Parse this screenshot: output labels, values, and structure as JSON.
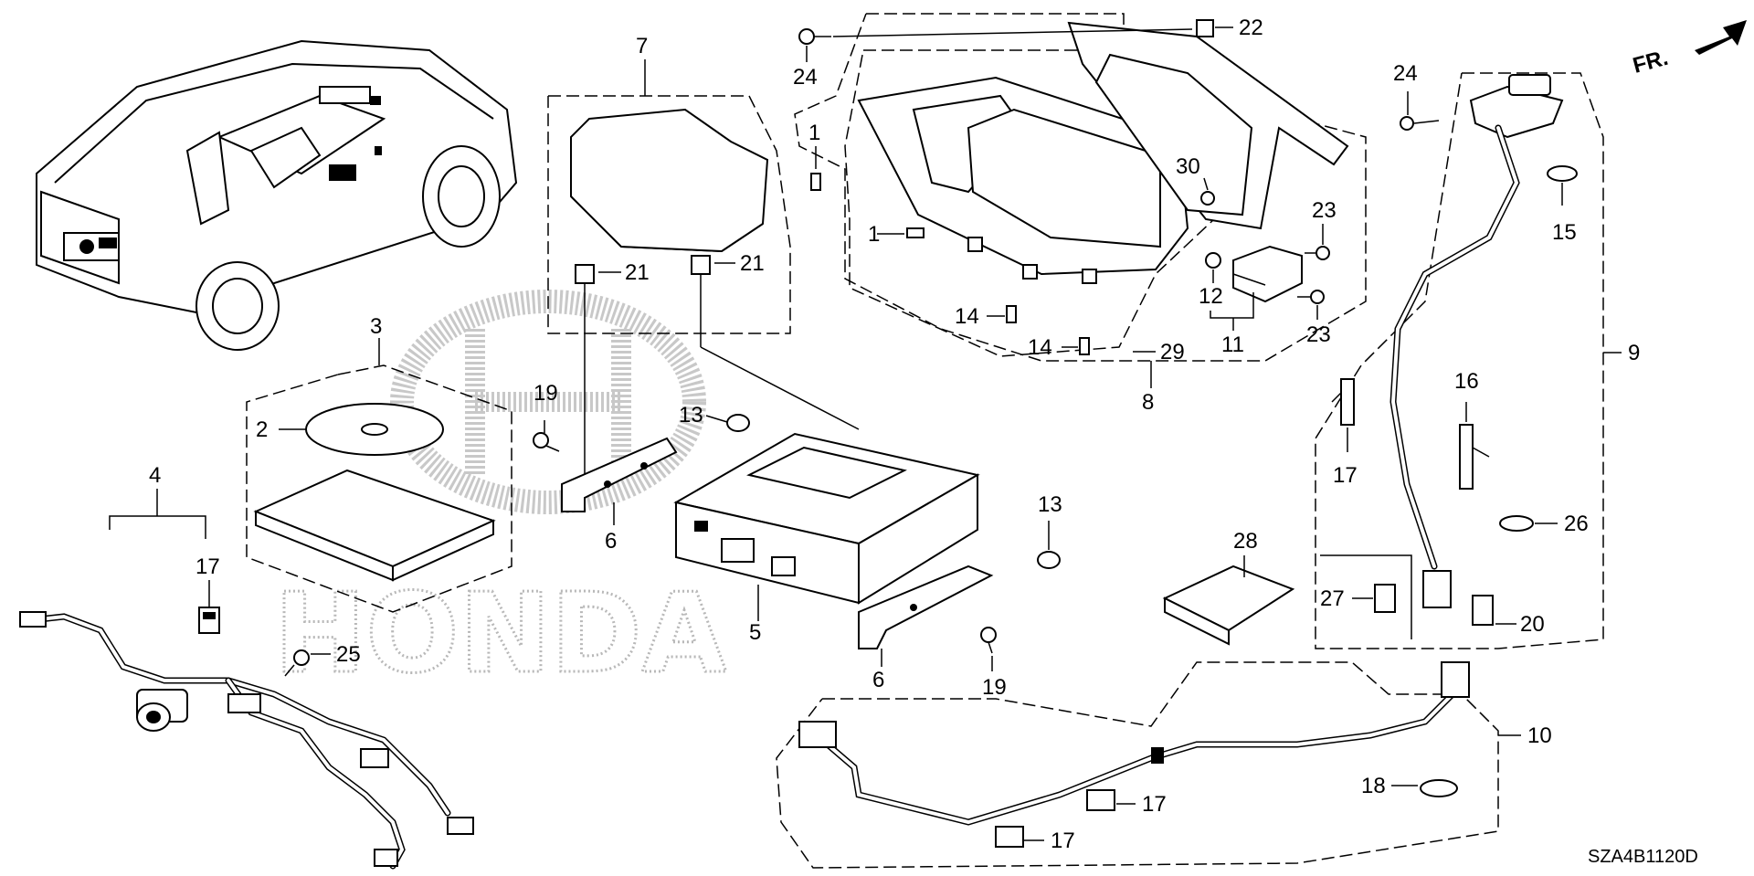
{
  "diagram": {
    "watermark": "HONDA",
    "direction_label": "FR.",
    "diagram_code": "SZA4B1120D",
    "callouts": {
      "c1a": "1",
      "c1b": "1",
      "c2": "2",
      "c3": "3",
      "c4": "4",
      "c5": "5",
      "c6a": "6",
      "c6b": "6",
      "c7": "7",
      "c8": "8",
      "c9": "9",
      "c10": "10",
      "c11": "11",
      "c12": "12",
      "c13a": "13",
      "c13b": "13",
      "c14a": "14",
      "c14b": "14",
      "c15": "15",
      "c16": "16",
      "c17a": "17",
      "c17b": "17",
      "c17c": "17",
      "c17d": "17",
      "c18": "18",
      "c19a": "19",
      "c19b": "19",
      "c20": "20",
      "c21a": "21",
      "c21b": "21",
      "c22": "22",
      "c23a": "23",
      "c23b": "23",
      "c24a": "24",
      "c24b": "24",
      "c25": "25",
      "c26": "26",
      "c27": "27",
      "c28": "28",
      "c29": "29",
      "c30": "30"
    },
    "parts": [
      {
        "key": "vehicle",
        "icon": "suv-vehicle-icon"
      },
      {
        "key": "sd-card",
        "icon": "disc-icon"
      },
      {
        "key": "nav-unit",
        "icon": "navigation-unit-icon"
      },
      {
        "key": "display",
        "icon": "display-screen-icon"
      },
      {
        "key": "camera",
        "icon": "camera-icon"
      },
      {
        "key": "cover",
        "icon": "cover-icon"
      }
    ]
  }
}
